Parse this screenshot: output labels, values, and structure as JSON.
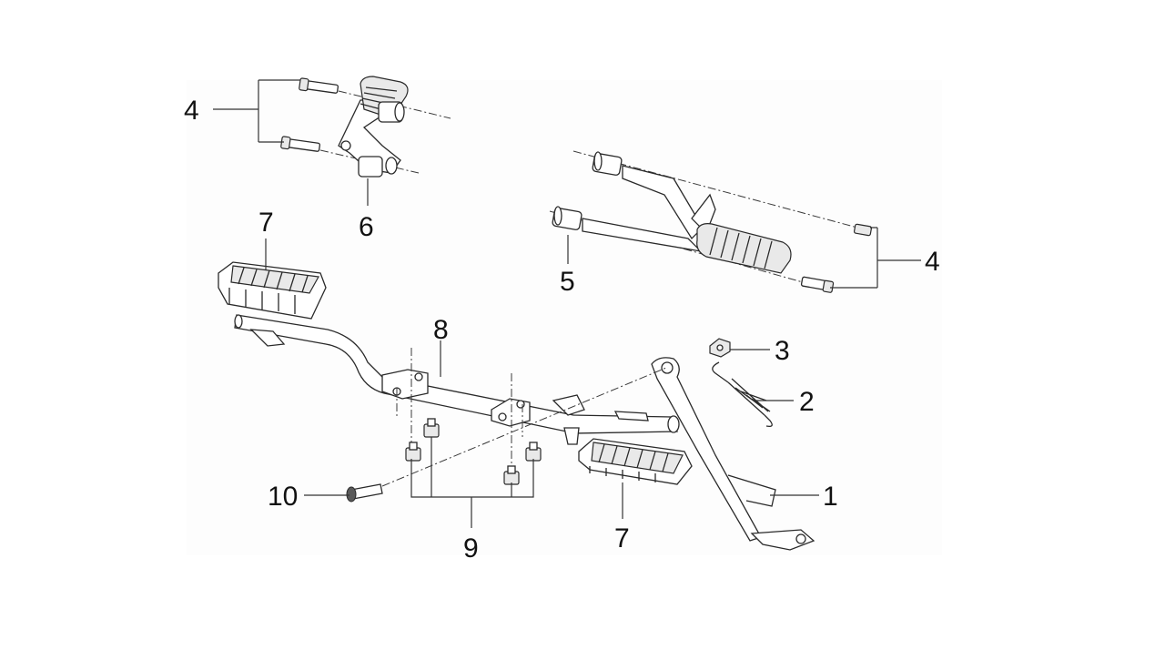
{
  "diagram": {
    "background": "#ffffff",
    "panel_color": "#fdfdfd",
    "callouts": [
      {
        "id": "c1",
        "label": "1"
      },
      {
        "id": "c2",
        "label": "2"
      },
      {
        "id": "c3",
        "label": "3"
      },
      {
        "id": "c4a",
        "label": "4"
      },
      {
        "id": "c4b",
        "label": "4"
      },
      {
        "id": "c5",
        "label": "5"
      },
      {
        "id": "c6",
        "label": "6"
      },
      {
        "id": "c7a",
        "label": "7"
      },
      {
        "id": "c7b",
        "label": "7"
      },
      {
        "id": "c8",
        "label": "8"
      },
      {
        "id": "c9",
        "label": "9"
      },
      {
        "id": "c10",
        "label": "10"
      }
    ]
  }
}
